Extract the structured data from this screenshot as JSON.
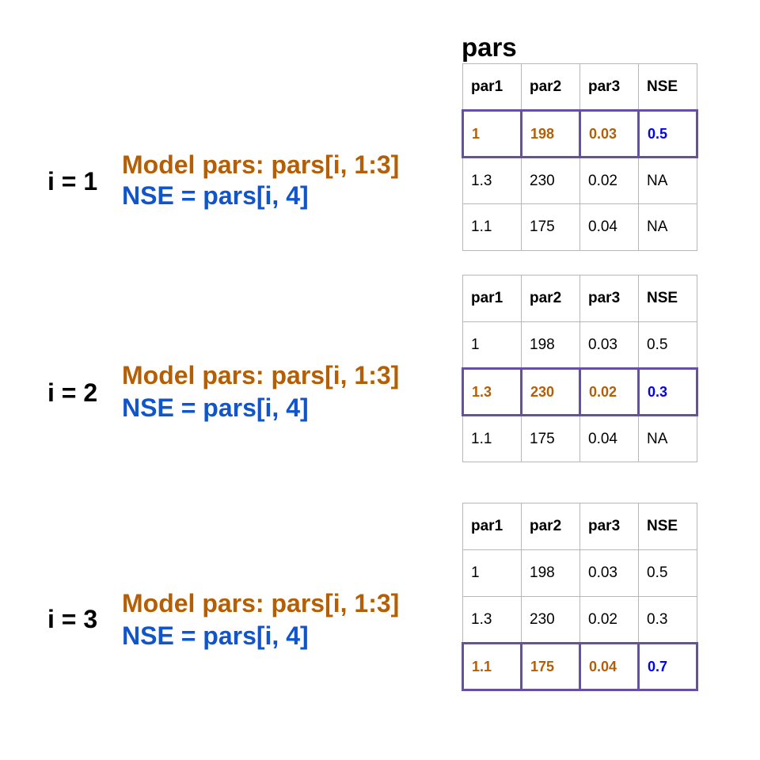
{
  "title": "pars",
  "colors": {
    "model_text": "#b45f06",
    "nse_label_text": "#1155cc",
    "nse_value_text": "#0000ff",
    "highlight_border": "#674ea7",
    "grid": "#b7b7b7"
  },
  "columns": [
    "par1",
    "par2",
    "par3",
    "NSE"
  ],
  "steps": [
    {
      "i_label": "i = 1",
      "model_text": "Model pars: pars[i, 1:3]",
      "nse_text": "NSE = pars[i, 4]",
      "highlight_row": 0,
      "rows": [
        [
          "1",
          "198",
          "0.03",
          "0.5"
        ],
        [
          "1.3",
          "230",
          "0.02",
          "NA"
        ],
        [
          "1.1",
          "175",
          "0.04",
          "NA"
        ]
      ]
    },
    {
      "i_label": "i = 2",
      "model_text": "Model pars: pars[i, 1:3]",
      "nse_text": "NSE = pars[i, 4]",
      "highlight_row": 1,
      "rows": [
        [
          "1",
          "198",
          "0.03",
          "0.5"
        ],
        [
          "1.3",
          "230",
          "0.02",
          "0.3"
        ],
        [
          "1.1",
          "175",
          "0.04",
          "NA"
        ]
      ]
    },
    {
      "i_label": "i = 3",
      "model_text": "Model pars: pars[i, 1:3]",
      "nse_text": "NSE = pars[i, 4]",
      "highlight_row": 2,
      "rows": [
        [
          "1",
          "198",
          "0.03",
          "0.5"
        ],
        [
          "1.3",
          "230",
          "0.02",
          "0.3"
        ],
        [
          "1.1",
          "175",
          "0.04",
          "0.7"
        ]
      ]
    }
  ]
}
